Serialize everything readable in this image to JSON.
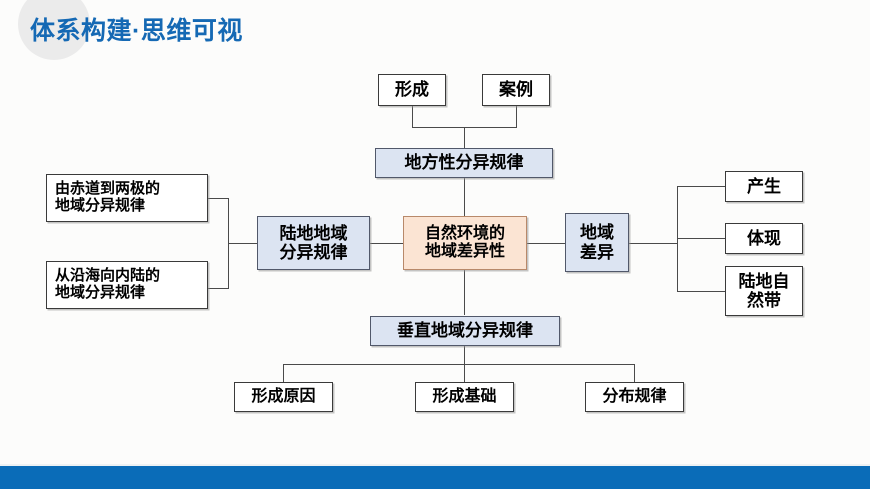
{
  "header": {
    "title": "体系构建·思维可视",
    "title_color": "#1569b4",
    "circle_color": "#ebebeb"
  },
  "footer": {
    "bar_color": "#0a6cb8"
  },
  "palette": {
    "node_blue": "#dce4f2",
    "node_peach": "#fbe4d3",
    "node_white": "#ffffff",
    "border": "#3a3a3a",
    "connector": "#4a4a4a"
  },
  "diagram": {
    "type": "mind-map",
    "root": "自然环境的地域差异性",
    "nodes": {
      "center": "自然环境的地域差异性",
      "top_branch": "地方性分异规律",
      "top_children": [
        "形成",
        "案例"
      ],
      "left_branch": "陆地地域分异规律",
      "left_children": [
        "由赤道到两极的地域分异规律",
        "从沿海向内陆的地域分异规律"
      ],
      "right_branch": "地域差异",
      "right_children": [
        "产生",
        "体现",
        "陆地自然带"
      ],
      "bottom_branch": "垂直地域分异规律",
      "bottom_children": [
        "形成原因",
        "形成基础",
        "分布规律"
      ]
    },
    "labels": {
      "xingcheng": "形成",
      "anli": "案例",
      "difangxing": "地方性分异规律",
      "chidao": "由赤道到两极的",
      "chidao2": "地域分异规律",
      "yanhai": "从沿海向内陆的",
      "yanhai2": "地域分异规律",
      "ludidiyu1": "陆地地域",
      "ludidiyu2": "分异规律",
      "center1": "自然环境的",
      "center2": "地域差异性",
      "diyu1": "地域",
      "diyu2": "差异",
      "chansheng": "产生",
      "tixian": "体现",
      "luzidi1": "陆地自",
      "luzidi2": "然带",
      "chuizhi": "垂直地域分异规律",
      "xcyy": "形成原因",
      "xcjc": "形成基础",
      "fbgl": "分布规律"
    }
  }
}
